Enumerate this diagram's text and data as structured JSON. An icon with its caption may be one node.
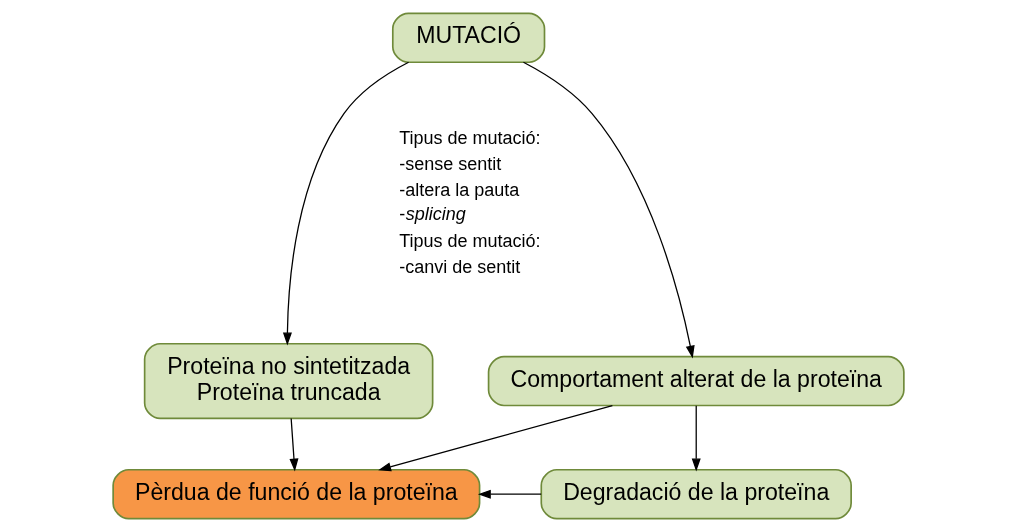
{
  "diagram": {
    "nodes": [
      {
        "text": [
          "MUTACIÓ"
        ]
      },
      {
        "text": [
          "Proteïna no sintetitzada",
          "Proteïna truncada"
        ]
      },
      {
        "text": [
          "Comportament alterat de la proteïna"
        ]
      },
      {
        "text": [
          "Pèrdua de funció de la proteïna"
        ]
      },
      {
        "text": [
          "Degradació de la proteïna"
        ]
      }
    ],
    "edges": [
      {
        "from": 0,
        "to": 1,
        "arrow": "to"
      },
      {
        "from": 0,
        "to": 2,
        "arrow": "to"
      },
      {
        "from": 1,
        "to": 3,
        "arrow": "to"
      },
      {
        "from": 2,
        "to": 3,
        "arrow": "to"
      },
      {
        "from": 2,
        "to": 4,
        "arrow": "to"
      },
      {
        "from": 4,
        "to": 3,
        "arrow": "to"
      }
    ],
    "labels": [
      "Tipus de mutació:",
      "-sense sentit",
      "-altera la pauta",
      "-*splicing*",
      "Tipus de mutació:",
      "-canvi de sentit"
    ]
  }
}
